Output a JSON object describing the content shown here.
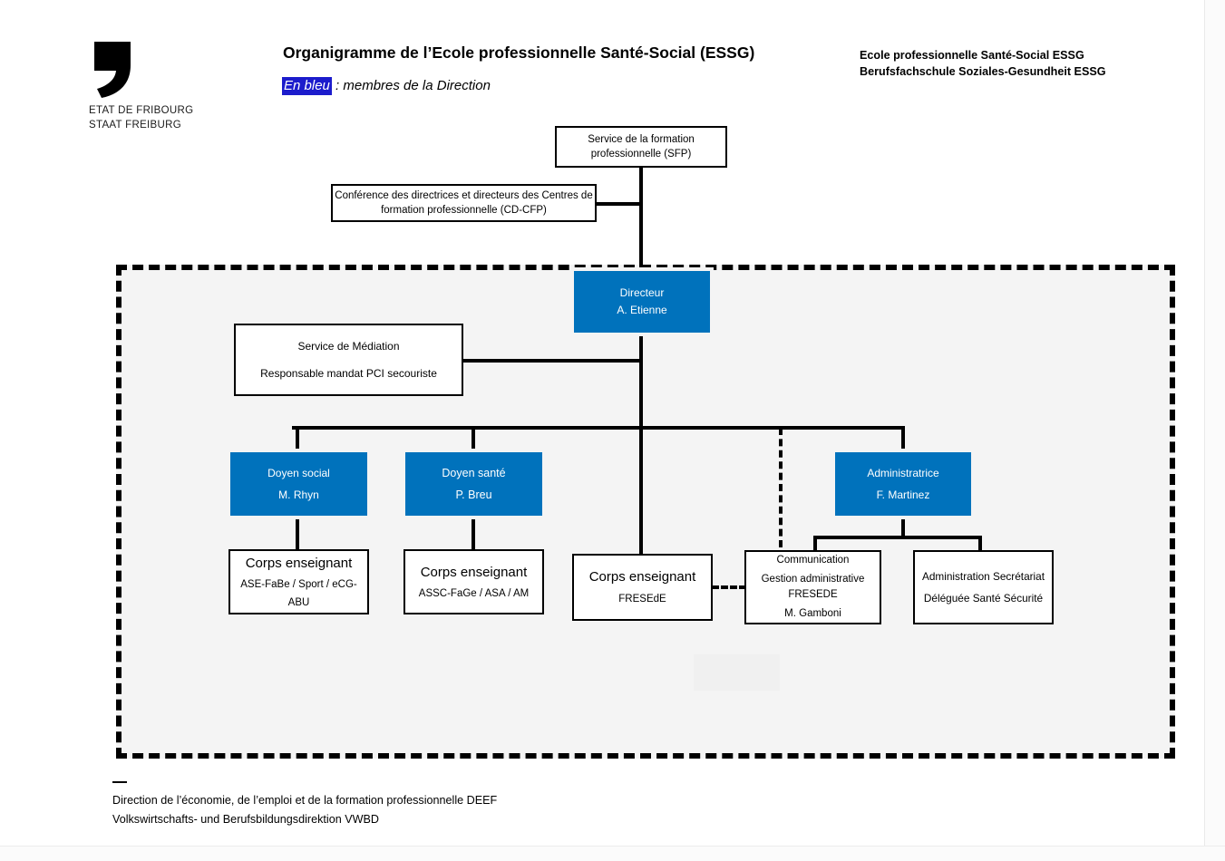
{
  "document": {
    "title": "Organigramme de l’Ecole professionnelle Santé-Social (ESSG)",
    "legend_highlight": "En bleu",
    "legend_rest": " : membres de la Direction",
    "legend_highlight_color": "#1c1ccc"
  },
  "logo": {
    "mark": "comma-mark",
    "line1": "ETAT DE FRIBOURG",
    "line2": "STAAT FREIBURG"
  },
  "corporate_header": {
    "line1": "Ecole professionnelle Santé-Social ESSG",
    "line2": "Berufsfachschule Soziales-Gesundheit ESSG"
  },
  "colors": {
    "accent_blue": "#0072bc",
    "zone_background": "#f4f4f4",
    "line_black": "#000000"
  },
  "chart_data": {
    "type": "diagram",
    "title": "Organigramme de l’Ecole professionnelle Santé-Social (ESSG)",
    "nodes": [
      {
        "id": "sfp",
        "lines": [
          "Service de la formation",
          "professionnelle (SFP)"
        ],
        "style": "white",
        "inside_zone": false
      },
      {
        "id": "cdcfp",
        "lines": [
          "Conférence des directrices et directeurs des Centres de",
          "formation professionnelle (CD-CFP)"
        ],
        "style": "white",
        "inside_zone": false
      },
      {
        "id": "directeur",
        "lines": [
          "Directeur",
          "A. Etienne"
        ],
        "style": "blue",
        "inside_zone": true
      },
      {
        "id": "mediation",
        "lines": [
          "Service de Médiation",
          "Responsable mandat PCI secouriste"
        ],
        "style": "white",
        "inside_zone": true
      },
      {
        "id": "doyen_social",
        "lines": [
          "Doyen social",
          "M. Rhyn"
        ],
        "style": "blue",
        "inside_zone": true
      },
      {
        "id": "doyen_sante",
        "lines": [
          "Doyen santé",
          "P. Breu"
        ],
        "style": "blue",
        "inside_zone": true
      },
      {
        "id": "administratrice",
        "lines": [
          "Administratrice",
          "F. Martinez"
        ],
        "style": "blue",
        "inside_zone": true
      },
      {
        "id": "corps_social",
        "lines": [
          "Corps enseignant",
          "ASE-FaBe / Sport / eCG-ABU"
        ],
        "style": "white",
        "inside_zone": true
      },
      {
        "id": "corps_sante",
        "lines": [
          "Corps enseignant",
          "ASSC-FaGe / ASA / AM"
        ],
        "style": "white",
        "inside_zone": true
      },
      {
        "id": "corps_fresede",
        "lines": [
          "Corps enseignant",
          "FRESEdE"
        ],
        "style": "white",
        "inside_zone": true
      },
      {
        "id": "communication",
        "lines": [
          "Communication",
          "Gestion administrative FRESEDE",
          "M. Gamboni"
        ],
        "style": "white",
        "inside_zone": true
      },
      {
        "id": "administration",
        "lines": [
          "Administration Secrétariat",
          "Déléguée Santé Sécurité"
        ],
        "style": "white",
        "inside_zone": true
      }
    ],
    "edges": [
      {
        "from": "sfp",
        "to": "directeur",
        "style": "solid"
      },
      {
        "from": "cdcfp",
        "to": "sfp",
        "style": "solid"
      },
      {
        "from": "directeur",
        "to": "mediation",
        "style": "solid"
      },
      {
        "from": "directeur",
        "to": "doyen_social",
        "style": "solid"
      },
      {
        "from": "directeur",
        "to": "doyen_sante",
        "style": "solid"
      },
      {
        "from": "directeur",
        "to": "corps_fresede",
        "style": "solid"
      },
      {
        "from": "directeur",
        "to": "administratrice",
        "style": "solid"
      },
      {
        "from": "directeur",
        "to": "communication",
        "style": "dashed"
      },
      {
        "from": "doyen_social",
        "to": "corps_social",
        "style": "solid"
      },
      {
        "from": "doyen_sante",
        "to": "corps_sante",
        "style": "solid"
      },
      {
        "from": "administratrice",
        "to": "communication",
        "style": "solid"
      },
      {
        "from": "administratrice",
        "to": "administration",
        "style": "solid"
      },
      {
        "from": "corps_fresede",
        "to": "communication",
        "style": "dashed"
      }
    ]
  },
  "nodes": {
    "sfp": {
      "l1": "Service de la formation",
      "l2": "professionnelle (SFP)"
    },
    "cdcfp": {
      "l1": "Conférence des directrices et directeurs des Centres de",
      "l2": "formation professionnelle (CD-CFP)"
    },
    "directeur": {
      "l1": "Directeur",
      "l2": "A. Etienne"
    },
    "mediation": {
      "l1": "Service de Médiation",
      "l2": "Responsable mandat PCI secouriste"
    },
    "doyen_social": {
      "l1": "Doyen social",
      "l2": "M. Rhyn"
    },
    "doyen_sante": {
      "l1": "Doyen santé",
      "l2": "P. Breu"
    },
    "administratrice": {
      "l1": "Administratrice",
      "l2": "F. Martinez"
    },
    "corps_social": {
      "l1": "Corps enseignant",
      "l2": "ASE-FaBe / Sport / eCG-ABU"
    },
    "corps_sante": {
      "l1": "Corps enseignant",
      "l2": "ASSC-FaGe / ASA / AM"
    },
    "corps_fresede": {
      "l1": "Corps enseignant",
      "l2": "FRESEdE"
    },
    "communication": {
      "l1": "Communication",
      "l2": "Gestion administrative FRESEDE",
      "l3": "M. Gamboni"
    },
    "administration": {
      "l1": "Administration Secrétariat",
      "l2": "Déléguée Santé Sécurité"
    }
  },
  "footer": {
    "line1": "Direction de l’économie, de l’emploi et de la formation professionnelle DEEF",
    "line2": "Volkswirtschafts- und Berufsbildungsdirektion VWBD"
  }
}
